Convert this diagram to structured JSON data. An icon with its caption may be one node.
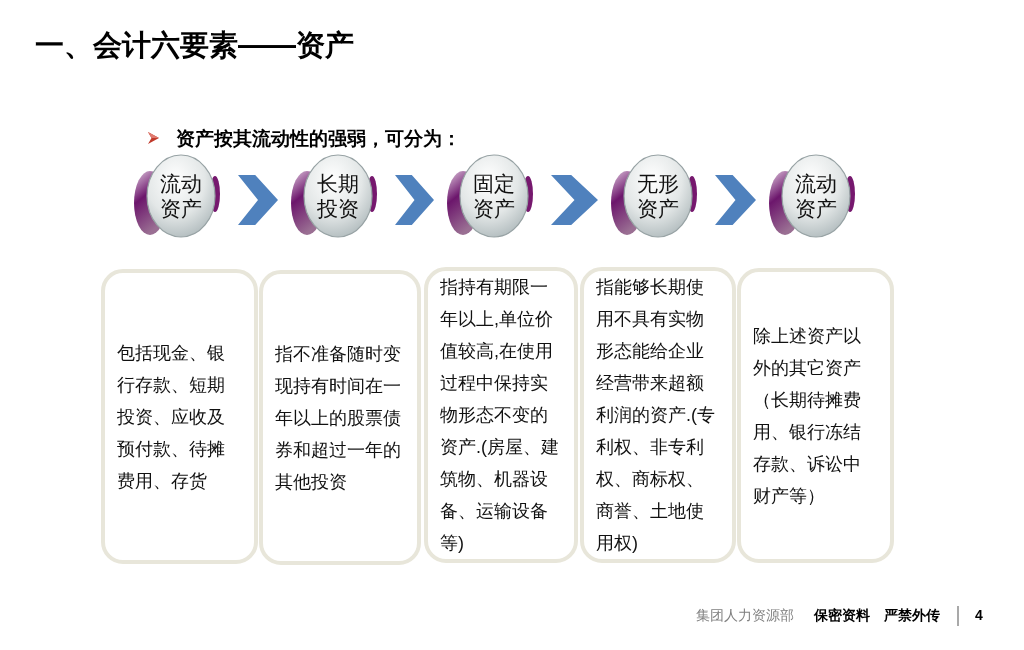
{
  "diagram": {
    "title": "一、会计六要素——资产",
    "nodes": [
      {
        "text": [
          "流动资产"
        ]
      },
      {
        "text": [
          "长期投资"
        ]
      },
      {
        "text": [
          "固定资产"
        ]
      },
      {
        "text": [
          "无形资产"
        ]
      },
      {
        "text": [
          "流动资产"
        ]
      },
      {
        "text": [
          "包括现金、银行存款、短期投资、应收及预付款、待摊费用、存货"
        ]
      },
      {
        "text": [
          "指不准备随时变现持有时间在一年以上的股票债券和超过一年的其他投资"
        ]
      },
      {
        "text": [
          "指持有期限一年以上,单位价值较高,在使用过程中保持实物形态不变的资产.(房屋、建筑物、机器设备、运输设备等)"
        ]
      },
      {
        "text": [
          "指能够长期使用不具有实物形态能给企业经营带来超额利润的资产.(专利权、非专利权、商标权、商誉、土地使用权)"
        ]
      },
      {
        "text": [
          "除上述资产以外的其它资产（长期待摊费用、银行冻结存款、诉讼中财产等）"
        ]
      }
    ],
    "edges": [
      {
        "from": 0,
        "to": 1,
        "arrow": "to"
      },
      {
        "from": 1,
        "to": 2,
        "arrow": "to"
      },
      {
        "from": 2,
        "to": 3,
        "arrow": "to"
      },
      {
        "from": 3,
        "to": 4,
        "arrow": "to"
      }
    ],
    "labels": [
      "资产按其流动性的强弱，可分为：",
      "集团人力资源部",
      "保密资料",
      "严禁外传",
      "4"
    ]
  }
}
